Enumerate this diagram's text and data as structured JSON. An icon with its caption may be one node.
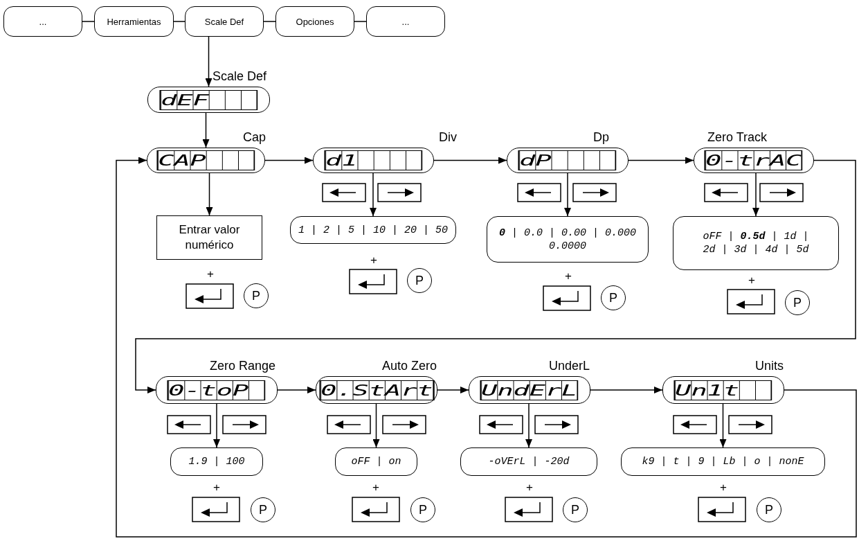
{
  "diagram": {
    "nodes": [
      {
        "text": [
          "..."
        ]
      },
      {
        "text": [
          "Herramientas"
        ]
      },
      {
        "text": [
          "Scale Def"
        ]
      },
      {
        "text": [
          "Opciones"
        ]
      },
      {
        "text": [
          "..."
        ]
      },
      {
        "text": [
          "Scale Def",
          "dEF"
        ]
      },
      {
        "text": [
          "Cap",
          "CAP"
        ]
      },
      {
        "text": [
          "Entrar valor numérico"
        ]
      },
      {
        "text": [
          "Div",
          "d1"
        ]
      },
      {
        "text": [
          "1 | 2 | 5 | 10 | 20 | 50"
        ]
      },
      {
        "text": [
          "Dp",
          "dP"
        ]
      },
      {
        "text": [
          "**0** | 0.0 | 0.00 | 0.000 0.0000"
        ]
      },
      {
        "text": [
          "Zero Track",
          "0-trAC"
        ]
      },
      {
        "text": [
          "oFF | **0.5d** | 1d | 2d | 3d | 4d | 5d"
        ]
      },
      {
        "text": [
          "Zero Range",
          "0-toP"
        ]
      },
      {
        "text": [
          "1.9 | 100"
        ]
      },
      {
        "text": [
          "Auto Zero",
          "0.StArt"
        ]
      },
      {
        "text": [
          "oFF | on"
        ]
      },
      {
        "text": [
          "UnderL",
          "UndErL"
        ]
      },
      {
        "text": [
          "-oVErL | -20d"
        ]
      },
      {
        "text": [
          "Units",
          "Un1t"
        ]
      },
      {
        "text": [
          "k9 | t | 9 | Lb | o | nonE"
        ]
      },
      {
        "text": [
          "P"
        ]
      },
      {
        "text": [
          "P"
        ]
      },
      {
        "text": [
          "P"
        ]
      },
      {
        "text": [
          "P"
        ]
      },
      {
        "text": [
          "P"
        ]
      },
      {
        "text": [
          "P"
        ]
      },
      {
        "text": [
          "P"
        ]
      },
      {
        "text": [
          "P"
        ]
      }
    ],
    "edges": [
      {
        "from": 0,
        "to": 1,
        "arrow": "none"
      },
      {
        "from": 1,
        "to": 2,
        "arrow": "none"
      },
      {
        "from": 2,
        "to": 3,
        "arrow": "none"
      },
      {
        "from": 3,
        "to": 4,
        "arrow": "none"
      },
      {
        "from": 2,
        "to": 5,
        "arrow": "to"
      },
      {
        "from": 5,
        "to": 6,
        "arrow": "to"
      },
      {
        "from": 6,
        "to": 7,
        "arrow": "to"
      },
      {
        "from": 6,
        "to": 8,
        "arrow": "to"
      },
      {
        "from": 8,
        "to": 9,
        "arrow": "to"
      },
      {
        "from": 8,
        "to": 10,
        "arrow": "to"
      },
      {
        "from": 10,
        "to": 11,
        "arrow": "to"
      },
      {
        "from": 10,
        "to": 12,
        "arrow": "to"
      },
      {
        "from": 12,
        "to": 13,
        "arrow": "to"
      },
      {
        "from": 12,
        "to": 14,
        "arrow": "to"
      },
      {
        "from": 14,
        "to": 15,
        "arrow": "to"
      },
      {
        "from": 14,
        "to": 16,
        "arrow": "to"
      },
      {
        "from": 16,
        "to": 17,
        "arrow": "to"
      },
      {
        "from": 16,
        "to": 18,
        "arrow": "to"
      },
      {
        "from": 18,
        "to": 19,
        "arrow": "to"
      },
      {
        "from": 18,
        "to": 20,
        "arrow": "to"
      },
      {
        "from": 20,
        "to": 21,
        "arrow": "to"
      },
      {
        "from": 20,
        "to": 6,
        "arrow": "to"
      }
    ],
    "labels": [
      "+",
      "+",
      "+",
      "+",
      "+",
      "+",
      "+",
      "+"
    ]
  }
}
